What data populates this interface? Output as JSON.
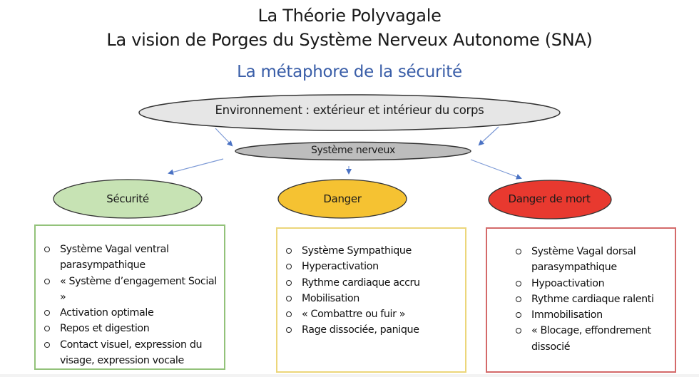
{
  "title": {
    "line1": "La Théorie Polyvagale",
    "line2": "La vision de Porges du Système Nerveux Autonome (SNA)",
    "subtitle": "La métaphore de la sécurité",
    "subtitle_color": "#3a5ea8"
  },
  "nodes": {
    "environment": {
      "label": "Environnement : extérieur et intérieur du corps",
      "fill": "#e6e6e6"
    },
    "nervous_system": {
      "label": "Système nerveux",
      "fill": "#bdbdbd"
    },
    "safety": {
      "label": "Sécurité",
      "fill": "#c7e3b4",
      "border": "#93c27a"
    },
    "danger": {
      "label": "Danger",
      "fill": "#f5c232",
      "border": "#ecd67a"
    },
    "mortal_danger": {
      "label": "Danger de mort",
      "fill": "#e8392f",
      "border": "#d46a6a"
    }
  },
  "arrow_color": "#4a72c4",
  "lists": {
    "safety": [
      "Système Vagal ventral parasympathique",
      "« Système d’engagement Social »",
      "Activation optimale",
      "Repos et digestion",
      "Contact visuel, expression du visage, expression vocale"
    ],
    "danger": [
      "Système Sympathique",
      "Hyperactivation",
      "Rythme cardiaque accru",
      "Mobilisation",
      "« Combattre ou fuir »",
      "Rage dissociée, panique"
    ],
    "mortal_danger": [
      "Système Vagal dorsal parasympathique",
      "Hypoactivation",
      "Rythme cardiaque ralenti",
      "Immobilisation",
      "« Blocage, effondrement dissocié"
    ]
  }
}
